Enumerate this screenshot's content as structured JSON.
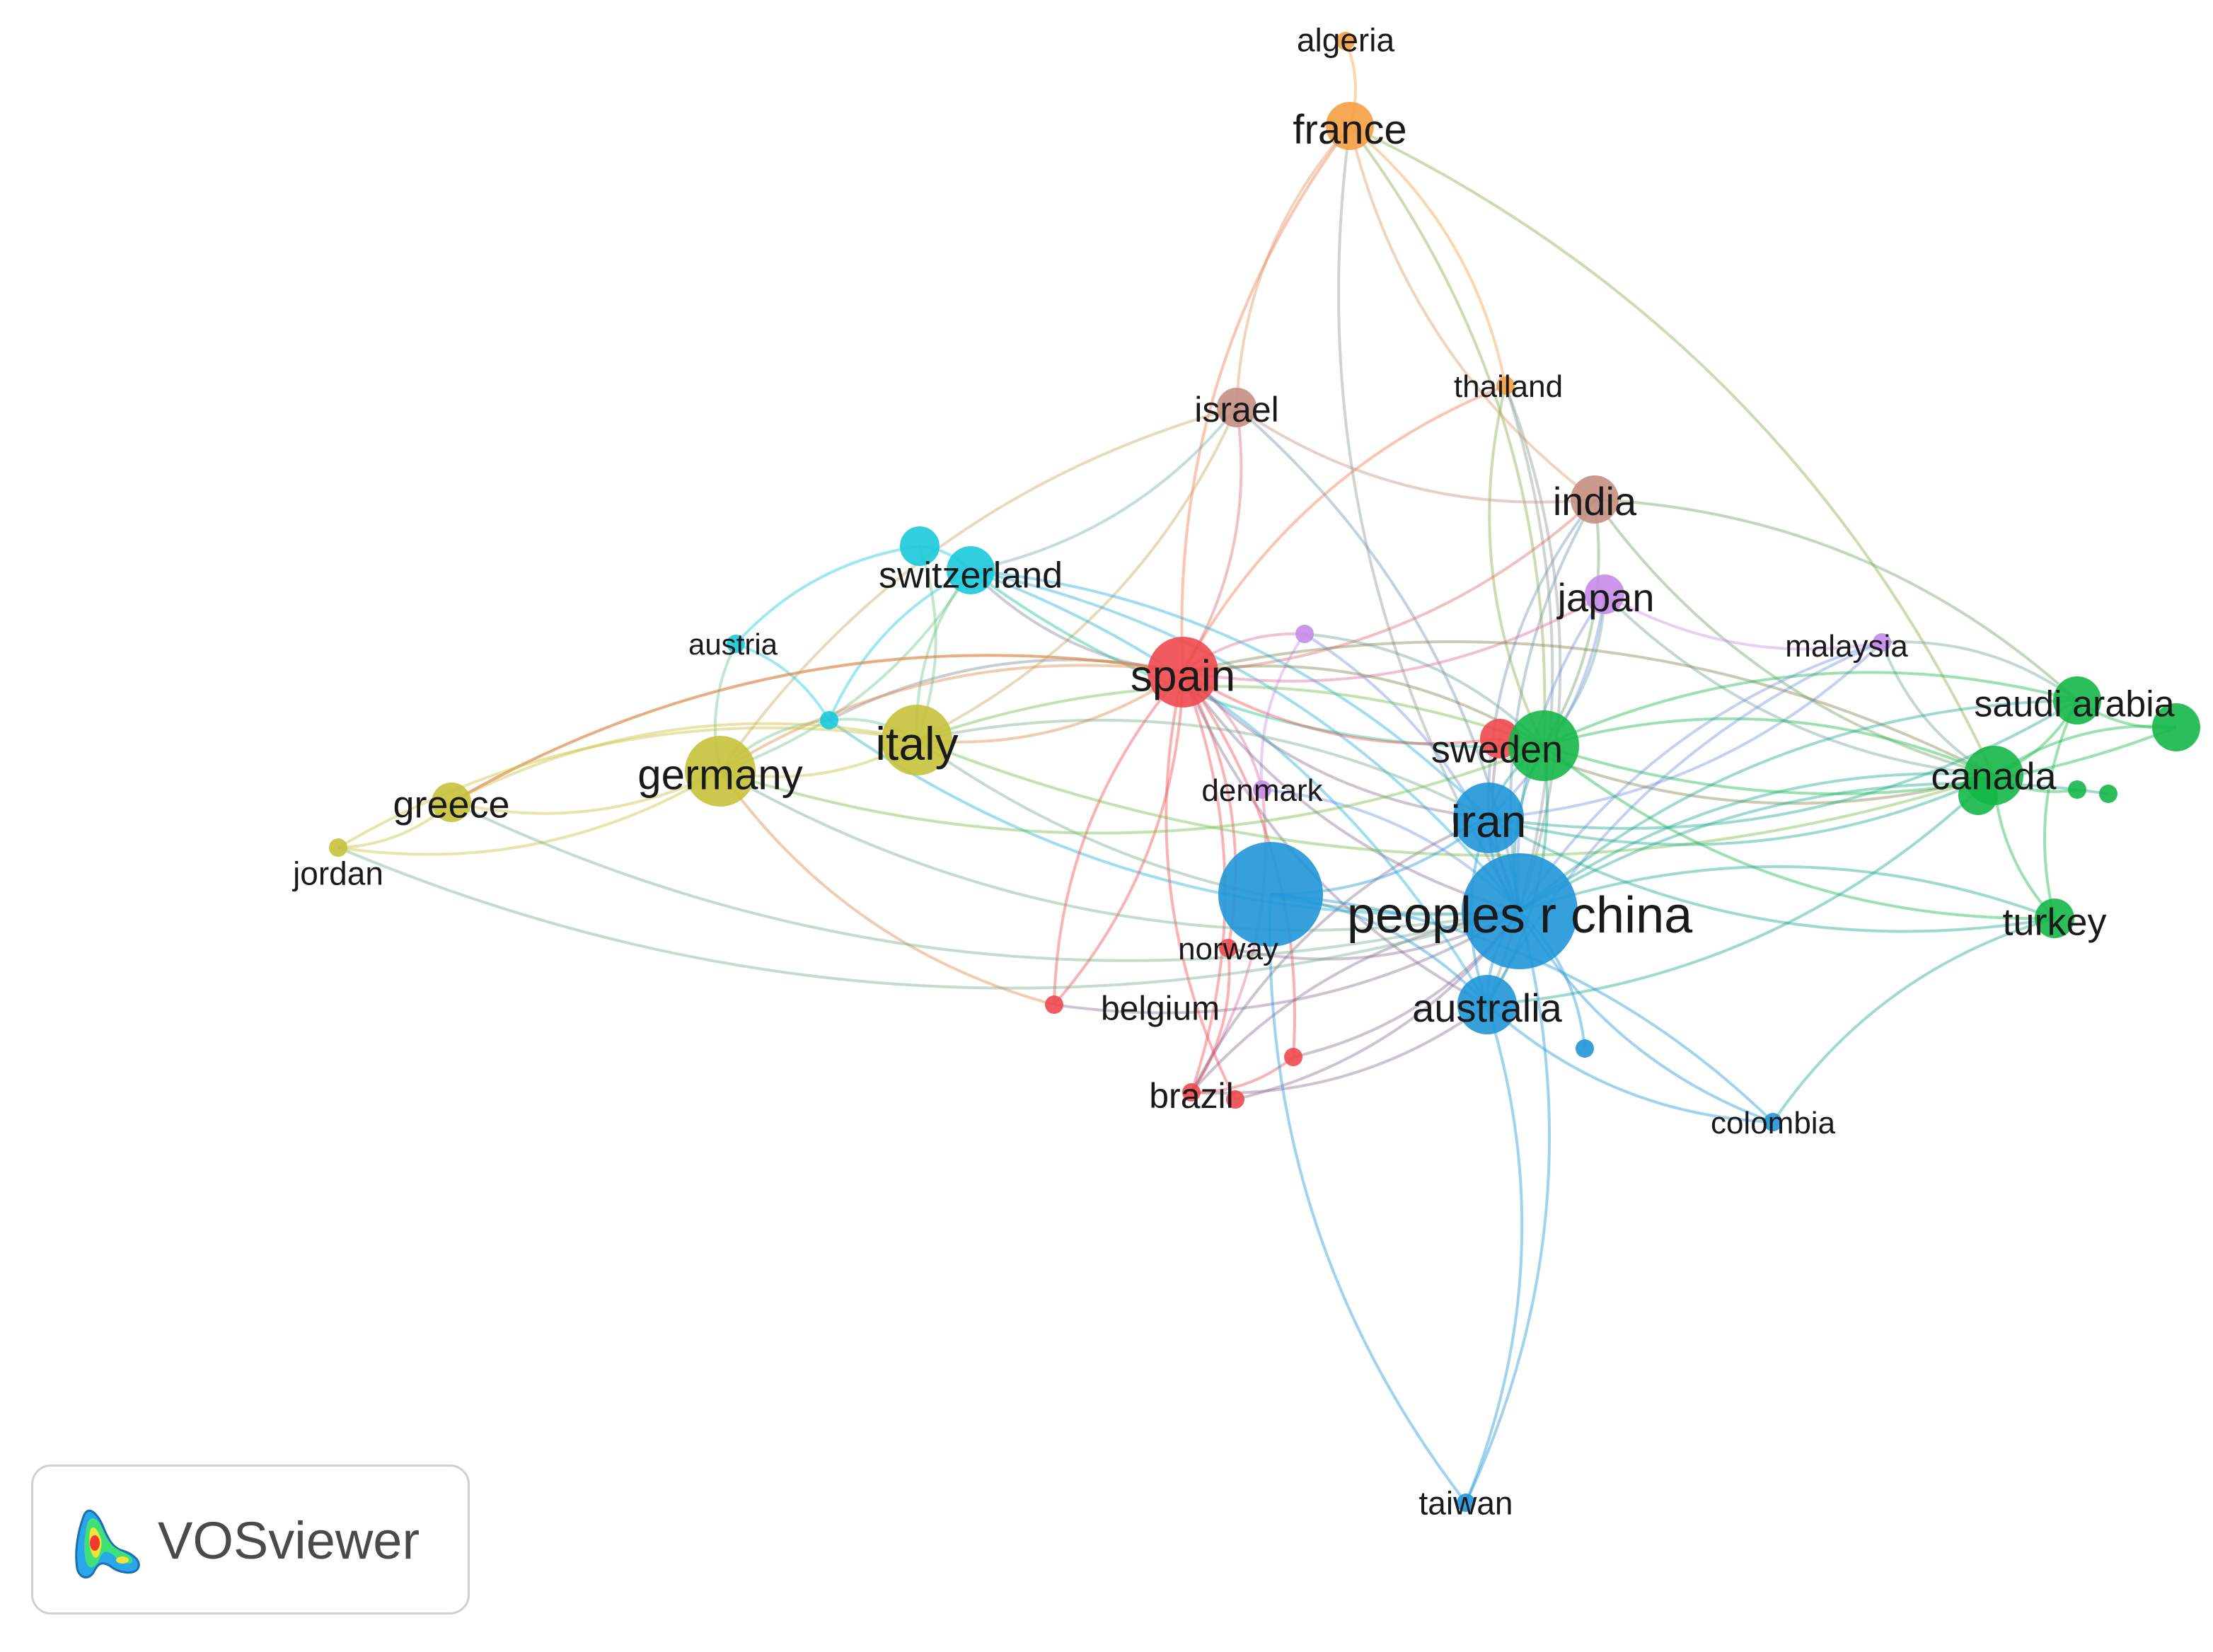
{
  "app": {
    "name": "VOSviewer",
    "logo_icon": "vosviewer-heatmap-icon"
  },
  "clusters": {
    "red": "#f0494e",
    "green": "#15b748",
    "blue": "#1f96d8",
    "yellow": "#c7c23a",
    "purple": "#c78ce8",
    "cyan": "#19c9dc",
    "orange": "#f5a043",
    "brown": "#c48f82"
  },
  "nodes": [
    {
      "id": "algeria",
      "label": "algeria",
      "cluster": "orange",
      "weight": 1
    },
    {
      "id": "france",
      "label": "france",
      "cluster": "orange",
      "weight": 3
    },
    {
      "id": "thailand",
      "label": "thailand",
      "cluster": "orange",
      "weight": 1
    },
    {
      "id": "israel",
      "label": "israel",
      "cluster": "brown",
      "weight": 2
    },
    {
      "id": "india",
      "label": "india",
      "cluster": "brown",
      "weight": 3
    },
    {
      "id": "switzerland",
      "label": "switzerland",
      "cluster": "cyan",
      "weight": 3
    },
    {
      "id": "cyan-unlabeled",
      "label": "",
      "cluster": "cyan",
      "weight": 2
    },
    {
      "id": "austria",
      "label": "austria",
      "cluster": "cyan",
      "weight": 1
    },
    {
      "id": "cyan-small",
      "label": "",
      "cluster": "cyan",
      "weight": 1
    },
    {
      "id": "japan",
      "label": "japan",
      "cluster": "purple",
      "weight": 2
    },
    {
      "id": "purple-unlabeled",
      "label": "",
      "cluster": "purple",
      "weight": 1
    },
    {
      "id": "malaysia",
      "label": "malaysia",
      "cluster": "purple",
      "weight": 1
    },
    {
      "id": "denmark",
      "label": "denmark",
      "cluster": "purple",
      "weight": 1
    },
    {
      "id": "spain",
      "label": "spain",
      "cluster": "red",
      "weight": 5
    },
    {
      "id": "norway",
      "label": "norway",
      "cluster": "red",
      "weight": 1
    },
    {
      "id": "belgium",
      "label": "belgium",
      "cluster": "red",
      "weight": 1
    },
    {
      "id": "brazil",
      "label": "brazil",
      "cluster": "red",
      "weight": 1
    },
    {
      "id": "red-unlabeled-1",
      "label": "",
      "cluster": "red",
      "weight": 1
    },
    {
      "id": "red-unlabeled-2",
      "label": "",
      "cluster": "red",
      "weight": 1
    },
    {
      "id": "red-sweden",
      "label": "",
      "cluster": "red",
      "weight": 2
    },
    {
      "id": "italy",
      "label": "italy",
      "cluster": "yellow",
      "weight": 5
    },
    {
      "id": "germany",
      "label": "germany",
      "cluster": "yellow",
      "weight": 5
    },
    {
      "id": "greece",
      "label": "greece",
      "cluster": "yellow",
      "weight": 2
    },
    {
      "id": "jordan",
      "label": "jordan",
      "cluster": "yellow",
      "weight": 1
    },
    {
      "id": "sweden",
      "label": "sweden",
      "cluster": "green",
      "weight": 5
    },
    {
      "id": "saudi-arabia",
      "label": "saudi arabia",
      "cluster": "green",
      "weight": 3
    },
    {
      "id": "canada",
      "label": "canada",
      "cluster": "green",
      "weight": 4
    },
    {
      "id": "green-unlabeled-1",
      "label": "",
      "cluster": "green",
      "weight": 2
    },
    {
      "id": "green-unlabeled-2",
      "label": "",
      "cluster": "green",
      "weight": 1
    },
    {
      "id": "green-unlabeled-3",
      "label": "",
      "cluster": "green",
      "weight": 1
    },
    {
      "id": "green-unlabeled-4",
      "label": "",
      "cluster": "green",
      "weight": 3
    },
    {
      "id": "turkey",
      "label": "turkey",
      "cluster": "green",
      "weight": 2
    },
    {
      "id": "peoples-r-china",
      "label": "peoples r china",
      "cluster": "blue",
      "weight": 10
    },
    {
      "id": "blue-unlabeled",
      "label": "",
      "cluster": "blue",
      "weight": 9
    },
    {
      "id": "iran",
      "label": "iran",
      "cluster": "blue",
      "weight": 5
    },
    {
      "id": "australia",
      "label": "australia",
      "cluster": "blue",
      "weight": 4
    },
    {
      "id": "blue-small",
      "label": "",
      "cluster": "blue",
      "weight": 1
    },
    {
      "id": "colombia",
      "label": "colombia",
      "cluster": "blue",
      "weight": 1
    },
    {
      "id": "taiwan",
      "label": "taiwan",
      "cluster": "blue",
      "weight": 1
    }
  ],
  "links": [
    [
      "algeria",
      "france"
    ],
    [
      "france",
      "spain"
    ],
    [
      "france",
      "sweden"
    ],
    [
      "france",
      "israel"
    ],
    [
      "france",
      "thailand"
    ],
    [
      "france",
      "india"
    ],
    [
      "france",
      "canada"
    ],
    [
      "france",
      "peoples-r-china"
    ],
    [
      "thailand",
      "peoples-r-china"
    ],
    [
      "thailand",
      "sweden"
    ],
    [
      "thailand",
      "australia"
    ],
    [
      "thailand",
      "spain"
    ],
    [
      "israel",
      "spain"
    ],
    [
      "israel",
      "germany"
    ],
    [
      "israel",
      "peoples-r-china"
    ],
    [
      "israel",
      "india"
    ],
    [
      "israel",
      "italy"
    ],
    [
      "india",
      "peoples-r-china"
    ],
    [
      "india",
      "sweden"
    ],
    [
      "india",
      "canada"
    ],
    [
      "india",
      "spain"
    ],
    [
      "india",
      "iran"
    ],
    [
      "india",
      "saudi-arabia"
    ],
    [
      "switzerland",
      "spain"
    ],
    [
      "switzerland",
      "germany"
    ],
    [
      "switzerland",
      "italy"
    ],
    [
      "switzerland",
      "peoples-r-china"
    ],
    [
      "switzerland",
      "sweden"
    ],
    [
      "switzerland",
      "iran"
    ],
    [
      "switzerland",
      "israel"
    ],
    [
      "switzerland",
      "australia"
    ],
    [
      "switzerland",
      "cyan-small"
    ],
    [
      "cyan-unlabeled",
      "switzerland"
    ],
    [
      "cyan-unlabeled",
      "austria"
    ],
    [
      "cyan-unlabeled",
      "italy"
    ],
    [
      "austria",
      "germany"
    ],
    [
      "austria",
      "cyan-small"
    ],
    [
      "cyan-small",
      "germany"
    ],
    [
      "cyan-small",
      "italy"
    ],
    [
      "cyan-small",
      "peoples-r-china"
    ],
    [
      "cyan-small",
      "spain"
    ],
    [
      "japan",
      "peoples-r-china"
    ],
    [
      "japan",
      "sweden"
    ],
    [
      "japan",
      "canada"
    ],
    [
      "japan",
      "iran"
    ],
    [
      "japan",
      "malaysia"
    ],
    [
      "japan",
      "spain"
    ],
    [
      "purple-unlabeled",
      "spain"
    ],
    [
      "purple-unlabeled",
      "peoples-r-china"
    ],
    [
      "purple-unlabeled",
      "denmark"
    ],
    [
      "purple-unlabeled",
      "sweden"
    ],
    [
      "malaysia",
      "peoples-r-china"
    ],
    [
      "malaysia",
      "saudi-arabia"
    ],
    [
      "malaysia",
      "canada"
    ],
    [
      "malaysia",
      "iran"
    ],
    [
      "malaysia",
      "australia"
    ],
    [
      "denmark",
      "peoples-r-china"
    ],
    [
      "denmark",
      "spain"
    ],
    [
      "denmark",
      "brazil"
    ],
    [
      "spain",
      "peoples-r-china"
    ],
    [
      "spain",
      "italy"
    ],
    [
      "spain",
      "germany"
    ],
    [
      "spain",
      "sweden"
    ],
    [
      "spain",
      "iran"
    ],
    [
      "spain",
      "brazil"
    ],
    [
      "spain",
      "belgium"
    ],
    [
      "spain",
      "norway"
    ],
    [
      "spain",
      "australia"
    ],
    [
      "spain",
      "canada"
    ],
    [
      "spain",
      "greece"
    ],
    [
      "spain",
      "red-unlabeled-1"
    ],
    [
      "norway",
      "peoples-r-china"
    ],
    [
      "norway",
      "brazil"
    ],
    [
      "belgium",
      "peoples-r-china"
    ],
    [
      "belgium",
      "germany"
    ],
    [
      "belgium",
      "spain"
    ],
    [
      "brazil",
      "peoples-r-china"
    ],
    [
      "brazil",
      "australia"
    ],
    [
      "brazil",
      "iran"
    ],
    [
      "red-unlabeled-1",
      "peoples-r-china"
    ],
    [
      "red-unlabeled-1",
      "brazil"
    ],
    [
      "red-unlabeled-2",
      "peoples-r-china"
    ],
    [
      "red-unlabeled-2",
      "spain"
    ],
    [
      "red-sweden",
      "peoples-r-china"
    ],
    [
      "red-sweden",
      "spain"
    ],
    [
      "red-sweden",
      "canada"
    ],
    [
      "italy",
      "germany"
    ],
    [
      "italy",
      "peoples-r-china"
    ],
    [
      "italy",
      "sweden"
    ],
    [
      "italy",
      "greece"
    ],
    [
      "italy",
      "iran"
    ],
    [
      "italy",
      "canada"
    ],
    [
      "germany",
      "greece"
    ],
    [
      "germany",
      "peoples-r-china"
    ],
    [
      "germany",
      "jordan"
    ],
    [
      "germany",
      "sweden"
    ],
    [
      "greece",
      "jordan"
    ],
    [
      "greece",
      "peoples-r-china"
    ],
    [
      "greece",
      "spain"
    ],
    [
      "jordan",
      "peoples-r-china"
    ],
    [
      "jordan",
      "italy"
    ],
    [
      "sweden",
      "peoples-r-china"
    ],
    [
      "sweden",
      "canada"
    ],
    [
      "sweden",
      "iran"
    ],
    [
      "sweden",
      "saudi-arabia"
    ],
    [
      "sweden",
      "turkey"
    ],
    [
      "sweden",
      "australia"
    ],
    [
      "saudi-arabia",
      "peoples-r-china"
    ],
    [
      "saudi-arabia",
      "canada"
    ],
    [
      "saudi-arabia",
      "turkey"
    ],
    [
      "saudi-arabia",
      "iran"
    ],
    [
      "canada",
      "peoples-r-china"
    ],
    [
      "canada",
      "iran"
    ],
    [
      "canada",
      "turkey"
    ],
    [
      "canada",
      "australia"
    ],
    [
      "green-unlabeled-1",
      "canada"
    ],
    [
      "green-unlabeled-2",
      "canada"
    ],
    [
      "green-unlabeled-3",
      "peoples-r-china"
    ],
    [
      "green-unlabeled-4",
      "saudi-arabia"
    ],
    [
      "green-unlabeled-4",
      "canada"
    ],
    [
      "green-unlabeled-4",
      "sweden"
    ],
    [
      "turkey",
      "peoples-r-china"
    ],
    [
      "turkey",
      "iran"
    ],
    [
      "turkey",
      "colombia"
    ],
    [
      "peoples-r-china",
      "iran"
    ],
    [
      "peoples-r-china",
      "australia"
    ],
    [
      "peoples-r-china",
      "taiwan"
    ],
    [
      "peoples-r-china",
      "colombia"
    ],
    [
      "peoples-r-china",
      "blue-small"
    ],
    [
      "blue-unlabeled",
      "iran"
    ],
    [
      "blue-unlabeled",
      "australia"
    ],
    [
      "blue-unlabeled",
      "taiwan"
    ],
    [
      "blue-unlabeled",
      "colombia"
    ],
    [
      "iran",
      "australia"
    ],
    [
      "australia",
      "taiwan"
    ],
    [
      "australia",
      "colombia"
    ]
  ]
}
